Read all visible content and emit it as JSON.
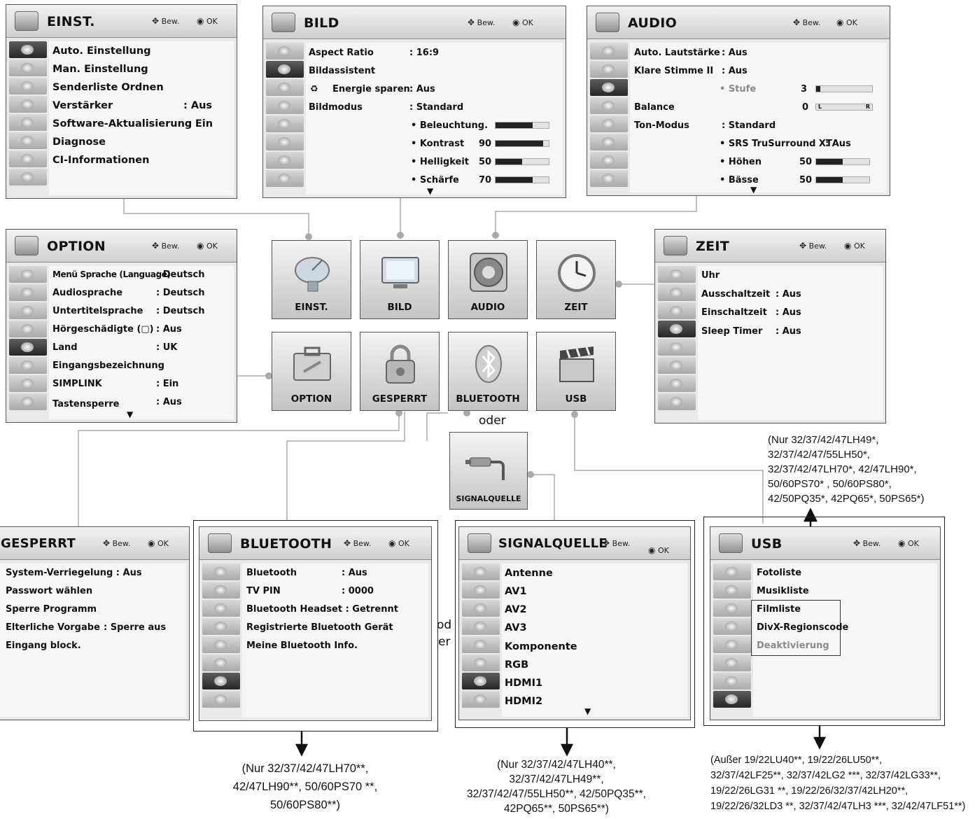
{
  "panels": {
    "einst": {
      "title": "EINST.",
      "nav": "Bew.",
      "ok": "OK",
      "rows": [
        "Auto. Einstellung",
        "Man. Einstellung",
        "Senderliste Ordnen",
        "Verstärker",
        "Software-Aktualisierung",
        "Diagnose",
        "CI-Informationen"
      ],
      "vals": {
        "verst": ": Aus",
        "soft": ": Ein"
      }
    },
    "bild": {
      "title": "BILD",
      "nav": "Bew.",
      "ok": "OK",
      "aspect": "Aspect Ratio",
      "aspect_v": ": 16:9",
      "assist": "Bildassistent",
      "energie": "Energie sparen",
      "energie_v": ": Aus",
      "modus": "Bildmodus",
      "modus_v": ": Standard",
      "bel": "• Beleuchtung.",
      "kon": "• Kontrast",
      "kon_v": "90",
      "hel": "• Helligkeit",
      "hel_v": "50",
      "sch": "• Schärfe",
      "sch_v": "70"
    },
    "audio": {
      "title": "AUDIO",
      "nav": "Bew.",
      "ok": "OK",
      "laut": "Auto. Lautstärke",
      "laut_v": ": Aus",
      "klar": "Klare Stimme II",
      "klar_v": ": Aus",
      "stufe": "• Stufe",
      "stufe_v": "3",
      "bal": "Balance",
      "bal_v": "0",
      "ton": "Ton-Modus",
      "ton_v": ": Standard",
      "srs": "• SRS TruSurround XT",
      "srs_v": ": Aus",
      "hoh": "• Höhen",
      "hoh_v": "50",
      "bas": "• Bässe",
      "bas_v": "50",
      "bal_l": "L",
      "bal_r": "R"
    },
    "option": {
      "title": "OPTION",
      "nav": "Bew.",
      "ok": "OK",
      "rows": [
        [
          "Menü Sprache (Language)",
          ": Deutsch"
        ],
        [
          "Audiosprache",
          ": Deutsch"
        ],
        [
          "Untertitelsprache",
          ": Deutsch"
        ],
        [
          "Hörgeschädigte (▢)",
          ": Aus"
        ],
        [
          "Land",
          ": UK"
        ],
        [
          "Eingangsbezeichnung",
          ""
        ],
        [
          "SIMPLINK",
          ": Ein"
        ],
        [
          "Tastensperre",
          ": Aus"
        ]
      ]
    },
    "zeit": {
      "title": "ZEIT",
      "nav": "Bew.",
      "ok": "OK",
      "rows": [
        [
          "Uhr",
          ""
        ],
        [
          "Ausschaltzeit",
          ": Aus"
        ],
        [
          "Einschaltzeit",
          ": Aus"
        ],
        [
          "Sleep Timer",
          ": Aus"
        ]
      ]
    },
    "gesperrt": {
      "title": "GESPERRT",
      "nav": "Bew.",
      "ok": "OK",
      "rows": [
        "System-Verriegelung : Aus",
        "Passwort wählen",
        "Sperre Programm",
        "Elterliche Vorgabe",
        "Eingang block."
      ],
      "eltern_v": ": Sperre aus"
    },
    "bluetooth": {
      "title": "BLUETOOTH",
      "nav": "Bew.",
      "ok": "OK",
      "rows": [
        [
          "Bluetooth",
          ": Aus"
        ],
        [
          "TV PIN",
          ": 0000"
        ],
        [
          "Bluetooth Headset : Getrennt",
          ""
        ],
        [
          "Registrierte Bluetooth Gerät",
          ""
        ],
        [
          "Meine Bluetooth Info.",
          ""
        ]
      ]
    },
    "signal": {
      "title": "SIGNALQUELLE",
      "nav": "Bew.",
      "ok": "OK",
      "rows": [
        "Antenne",
        "AV1",
        "AV2",
        "AV3",
        "Komponente",
        "RGB",
        "HDMI1",
        "HDMI2"
      ]
    },
    "usb": {
      "title": "USB",
      "nav": "Bew.",
      "ok": "OK",
      "rows": [
        "Fotoliste",
        "Musikliste",
        "Filmliste",
        "DivX-Regionscode",
        "Deaktivierung"
      ]
    }
  },
  "tiles": {
    "einst": "EINST.",
    "bild": "BILD",
    "audio": "AUDIO",
    "zeit": "ZEIT",
    "option": "OPTION",
    "gesperrt": "GESPERRT",
    "bluetooth": "BLUETOOTH",
    "usb": "USB",
    "signal": "SIGNALQUELLE"
  },
  "oder": "oder",
  "oder_split": [
    "od",
    "er"
  ],
  "notes": {
    "usb_top": [
      "(Nur 32/37/42/47LH49*,",
      "32/37/42/47/55LH50*,",
      "32/37/42/47LH70*, 42/47LH90*,",
      "50/60PS70* , 50/60PS80*,",
      "42/50PQ35*, 42PQ65*, 50PS65*)"
    ],
    "bt": [
      "(Nur 32/37/42/47LH70**,",
      "42/47LH90**, 50/60PS70 **,",
      "50/60PS80**)"
    ],
    "sig": [
      "(Nur 32/37/42/47LH40**,",
      "32/37/42/47LH49**,",
      "32/37/42/47/55LH50**, 42/50PQ35**,",
      "42PQ65**, 50PS65**)"
    ],
    "usb_bot": [
      "(Außer 19/22LU40**, 19/22/26LU50**,",
      "32/37/42LF25**, 32/37/42LG2 ***, 32/37/42LG33**,",
      "19/22/26LG31 **, 19/22/26/32/37/42LH20**,",
      "19/22/26/32LD3 **, 32/37/42/47LH3 ***, 32/42/47LF51**)"
    ]
  }
}
